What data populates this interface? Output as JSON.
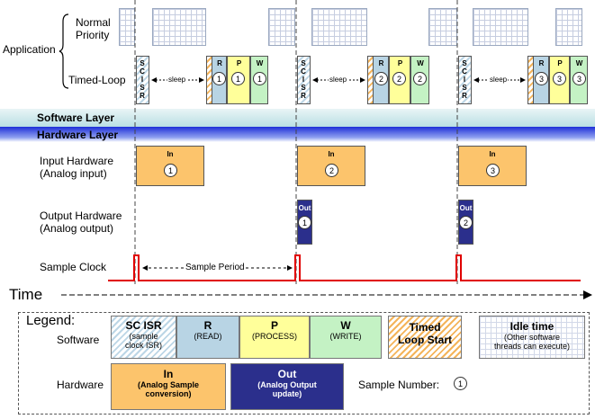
{
  "application": {
    "label": "Application",
    "normal_priority_label": "Normal\nPriority",
    "timed_loop_label": "Timed-Loop",
    "sc_isr_letters": [
      "S",
      "C",
      "I",
      "S",
      "R"
    ],
    "sleep_label": "sleep",
    "stage_labels": [
      "R",
      "P",
      "W"
    ],
    "samples": [
      "1",
      "2",
      "3"
    ]
  },
  "layers": {
    "software": "Software Layer",
    "hardware": "Hardware Layer"
  },
  "hardware": {
    "input_label": "Input Hardware\n(Analog input)",
    "output_label": "Output Hardware\n(Analog output)",
    "in_label": "In",
    "out_label": "Out",
    "input_samples": [
      "1",
      "2",
      "3"
    ],
    "output_samples": [
      "1",
      "2"
    ]
  },
  "clock": {
    "label": "Sample Clock",
    "period_label": "Sample Period"
  },
  "time_label": "Time",
  "legend": {
    "title": "Legend:",
    "software_label": "Software",
    "hardware_label": "Hardware",
    "sc_isr": {
      "title": "SC ISR",
      "sub": "(sample\nclock ISR)"
    },
    "r": {
      "title": "R",
      "sub": "(READ)"
    },
    "p": {
      "title": "P",
      "sub": "(PROCESS)"
    },
    "w": {
      "title": "W",
      "sub": "(WRITE)"
    },
    "timed": {
      "title": "Timed\nLoop Start"
    },
    "idle": {
      "title": "Idle time",
      "sub": "(Other software\nthreads can execute)"
    },
    "in": {
      "title": "In",
      "sub": "(Analog Sample\nconversion)"
    },
    "out": {
      "title": "Out",
      "sub": "(Analog Output\nupdate)"
    },
    "sample_number_label": "Sample Number:",
    "sample_number_example": "1"
  },
  "colors": {
    "sc_isr": "#bcd6e6",
    "read": "#b8d4e4",
    "process": "#ffff9a",
    "write": "#c4f2c4",
    "input": "#fcc46c",
    "output": "#2b2f8c",
    "clock": "#e00000",
    "hardware_band": "#1e2fd8"
  }
}
